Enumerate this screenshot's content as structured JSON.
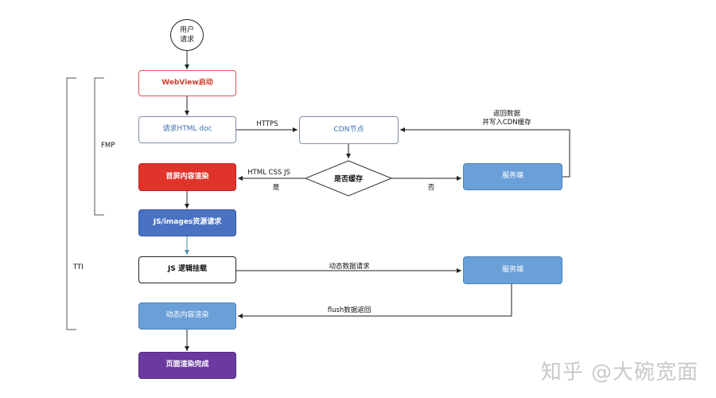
{
  "nodes": {
    "user_request": "用户\n请求",
    "webview_start": "WebView启动",
    "request_html": "请求HTML doc",
    "cdn_node": "CDN节点",
    "cache_check": "是否缓存",
    "server_1": "服务端",
    "first_screen": "首屏内容渲染",
    "resource_request": "JS/images资源请求",
    "js_logic": "JS 逻辑挂载",
    "server_2": "服务端",
    "dynamic_render": "动态内容渲染",
    "page_done": "页面渲染完成"
  },
  "edge_labels": {
    "https": "HTTPS",
    "return_data": "返回数据\n并写入CDN缓存",
    "html_css_js": "HTML CSS JS",
    "yes": "是",
    "no": "否",
    "dynamic_request": "动态数据请求",
    "flush_return": "flush数据返回"
  },
  "brackets": {
    "fmp": "FMP",
    "tti": "TTI"
  },
  "watermark": "知乎 @大碗宽面",
  "colors": {
    "red": "#e0332a",
    "dark_blue": "#4a72c2",
    "light_blue": "#6a9fd8",
    "purple": "#6a3aa0"
  }
}
